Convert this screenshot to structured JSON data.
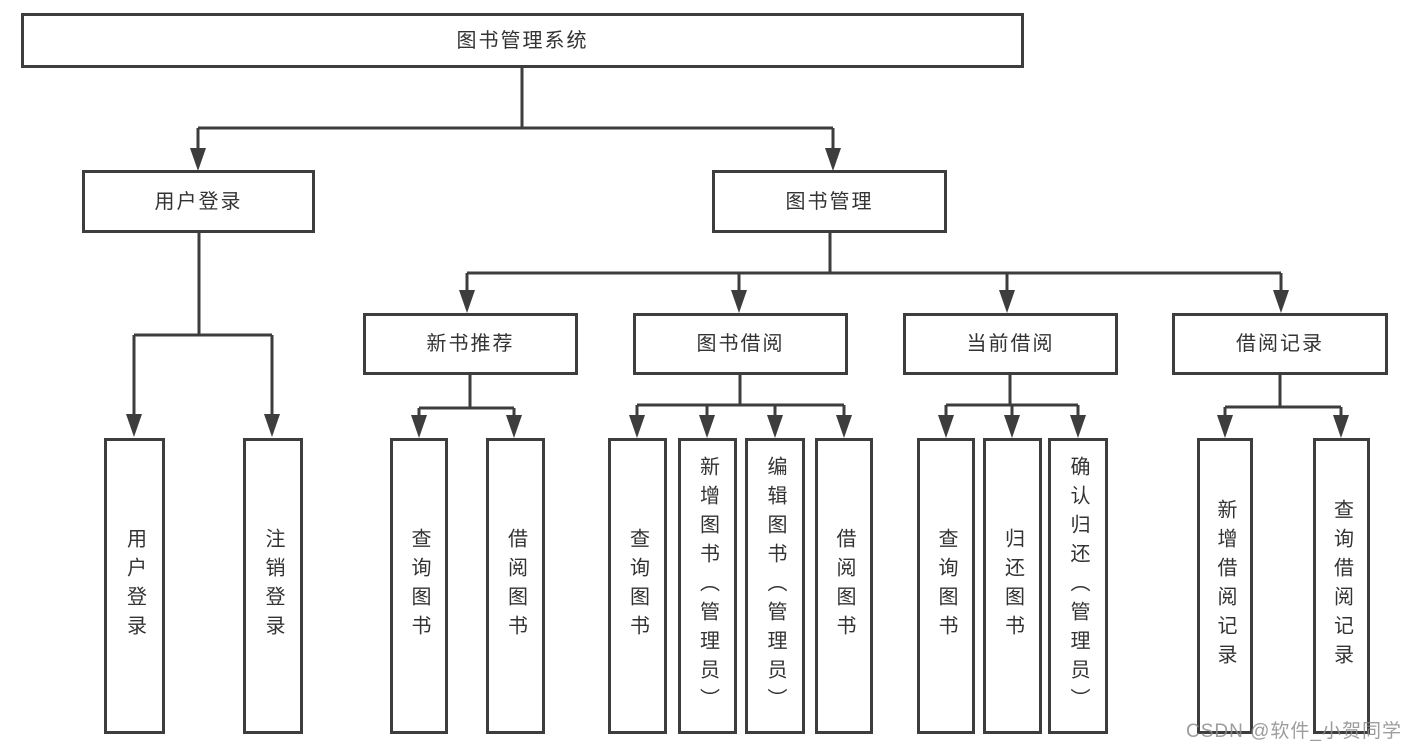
{
  "diagram": {
    "root": {
      "label": "图书管理系统"
    },
    "branches": [
      {
        "label": "用户登录",
        "children": [
          {
            "label": "用户登录"
          },
          {
            "label": "注销登录"
          }
        ]
      },
      {
        "label": "图书管理",
        "children": [
          {
            "label": "新书推荐",
            "children": [
              {
                "label": "查询图书"
              },
              {
                "label": "借阅图书"
              }
            ]
          },
          {
            "label": "图书借阅",
            "children": [
              {
                "label": "查询图书"
              },
              {
                "label": "新增图书（管理员）"
              },
              {
                "label": "编辑图书（管理员）"
              },
              {
                "label": "借阅图书"
              }
            ]
          },
          {
            "label": "当前借阅",
            "children": [
              {
                "label": "查询图书"
              },
              {
                "label": "归还图书"
              },
              {
                "label": "确认归还（管理员）"
              }
            ]
          },
          {
            "label": "借阅记录",
            "children": [
              {
                "label": "新增借阅记录"
              },
              {
                "label": "查询借阅记录"
              }
            ]
          }
        ]
      }
    ]
  },
  "watermark": {
    "text": "CSDN @软件_小贺同学"
  },
  "colors": {
    "line": "#3d3d3d",
    "text": "#333333",
    "background": "#ffffff",
    "watermark": "#8c8c8c"
  }
}
